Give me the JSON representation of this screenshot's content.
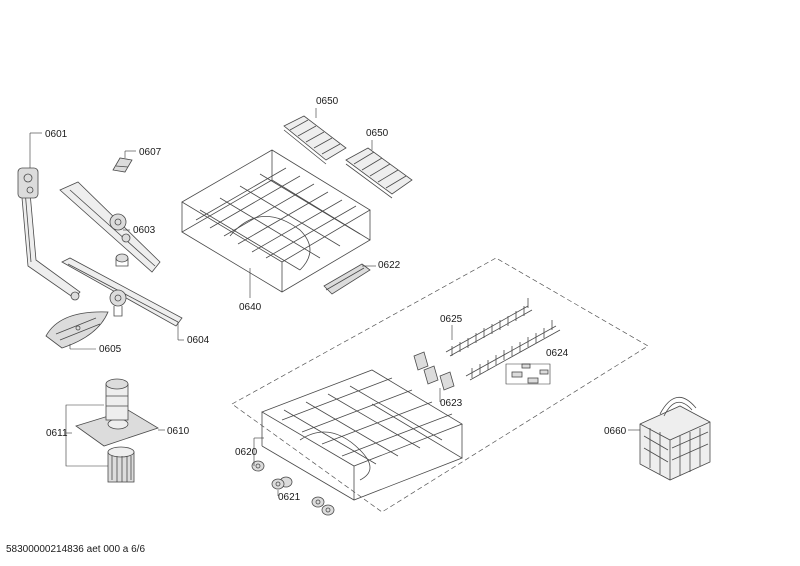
{
  "labels": {
    "p0601": "0601",
    "p0603": "0603",
    "p0604": "0604",
    "p0605": "0605",
    "p0607": "0607",
    "p0610": "0610",
    "p0611": "0611",
    "p0620": "0620",
    "p0621": "0621",
    "p0622": "0622",
    "p0623": "0623",
    "p0624": "0624",
    "p0625": "0625",
    "p0640": "0640",
    "p0650a": "0650",
    "p0650b": "0650",
    "p0660": "0660"
  },
  "footer": "58300000214836 aet 000 a 6/6"
}
